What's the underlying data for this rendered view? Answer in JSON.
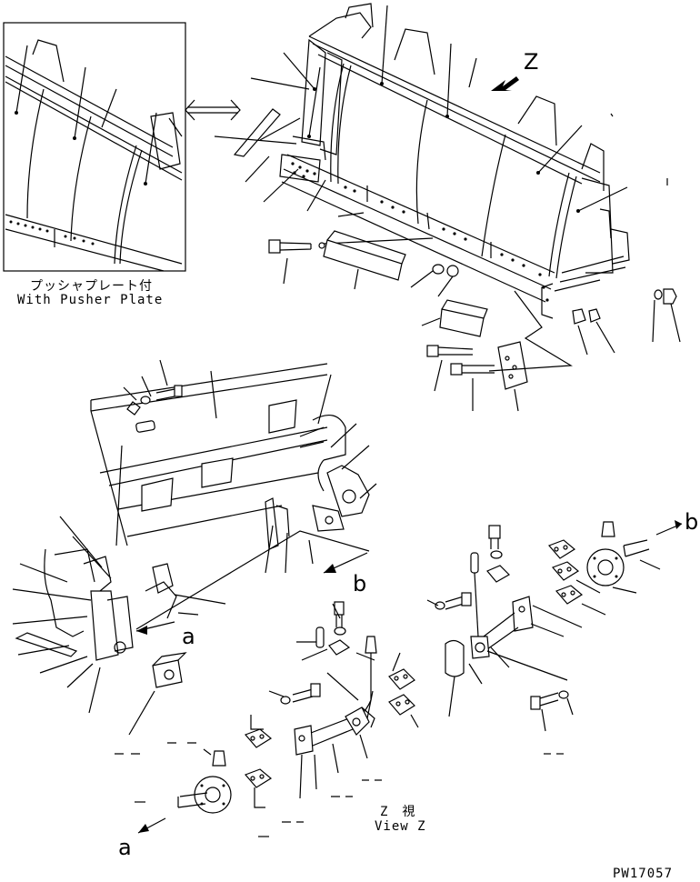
{
  "inset": {
    "caption_jp": "プッシャプレート付",
    "caption_en": "With Pusher Plate"
  },
  "view": {
    "letter": "Z",
    "caption_jp": "Z　視",
    "caption_en": "View Z"
  },
  "refs": {
    "a": "a",
    "b": "b"
  },
  "code": "PW17057",
  "colors": {
    "line": "#000000",
    "background": "#ffffff"
  },
  "icons": [
    "double-arrow-icon",
    "direction-arrow-icon"
  ]
}
